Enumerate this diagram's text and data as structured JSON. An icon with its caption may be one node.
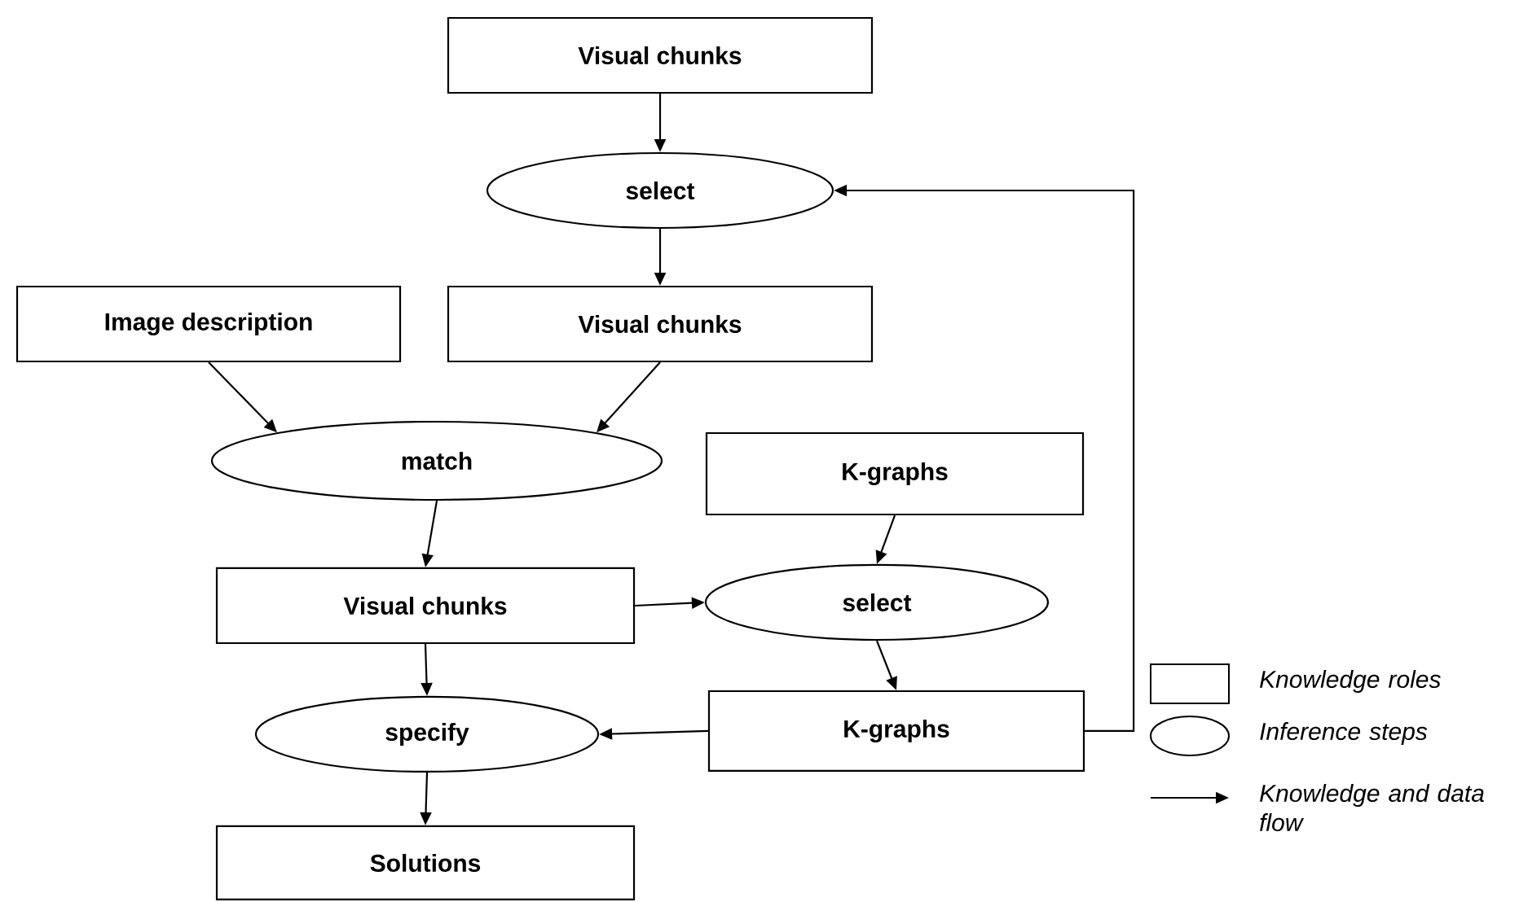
{
  "diagram": {
    "nodes": [
      {
        "text": [
          "Visual chunks"
        ]
      },
      {
        "text": [
          "select"
        ]
      },
      {
        "text": [
          "Image description"
        ]
      },
      {
        "text": [
          "Visual chunks"
        ]
      },
      {
        "text": [
          "match"
        ]
      },
      {
        "text": [
          "K-graphs"
        ]
      },
      {
        "text": [
          "Visual chunks"
        ]
      },
      {
        "text": [
          "select"
        ]
      },
      {
        "text": [
          "specify"
        ]
      },
      {
        "text": [
          "K-graphs"
        ]
      },
      {
        "text": [
          "Solutions"
        ]
      }
    ],
    "edges": [
      {
        "from": 0,
        "to": 1,
        "arrow": "to"
      },
      {
        "from": 1,
        "to": 3,
        "arrow": "to"
      },
      {
        "from": 2,
        "to": 4,
        "arrow": "to"
      },
      {
        "from": 3,
        "to": 4,
        "arrow": "to"
      },
      {
        "from": 4,
        "to": 6,
        "arrow": "to"
      },
      {
        "from": 5,
        "to": 7,
        "arrow": "to"
      },
      {
        "from": 6,
        "to": 7,
        "arrow": "to"
      },
      {
        "from": 7,
        "to": 9,
        "arrow": "to"
      },
      {
        "from": 6,
        "to": 8,
        "arrow": "to"
      },
      {
        "from": 9,
        "to": 8,
        "arrow": "to"
      },
      {
        "from": 8,
        "to": 10,
        "arrow": "to"
      },
      {
        "from": 9,
        "to": 1,
        "arrow": "to"
      }
    ],
    "legend": [
      {
        "text": "Knowledge roles"
      },
      {
        "text": "Inference steps"
      },
      {
        "text": "Knowledge and data flow"
      }
    ]
  }
}
